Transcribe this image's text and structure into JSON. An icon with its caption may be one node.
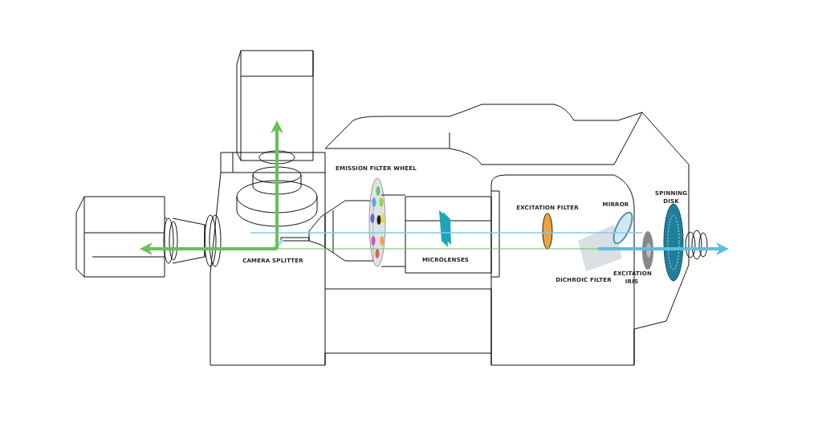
{
  "diagram": {
    "labels": [
      "EMISSION FILTER WHEEL",
      "EXCITATION FILTER",
      "MIRROR",
      "SPINNING DISK",
      "CAMERA SPLITTER",
      "MICROLENSES",
      "DICHROIC FILTER",
      "EXCITATION IRIS"
    ]
  }
}
